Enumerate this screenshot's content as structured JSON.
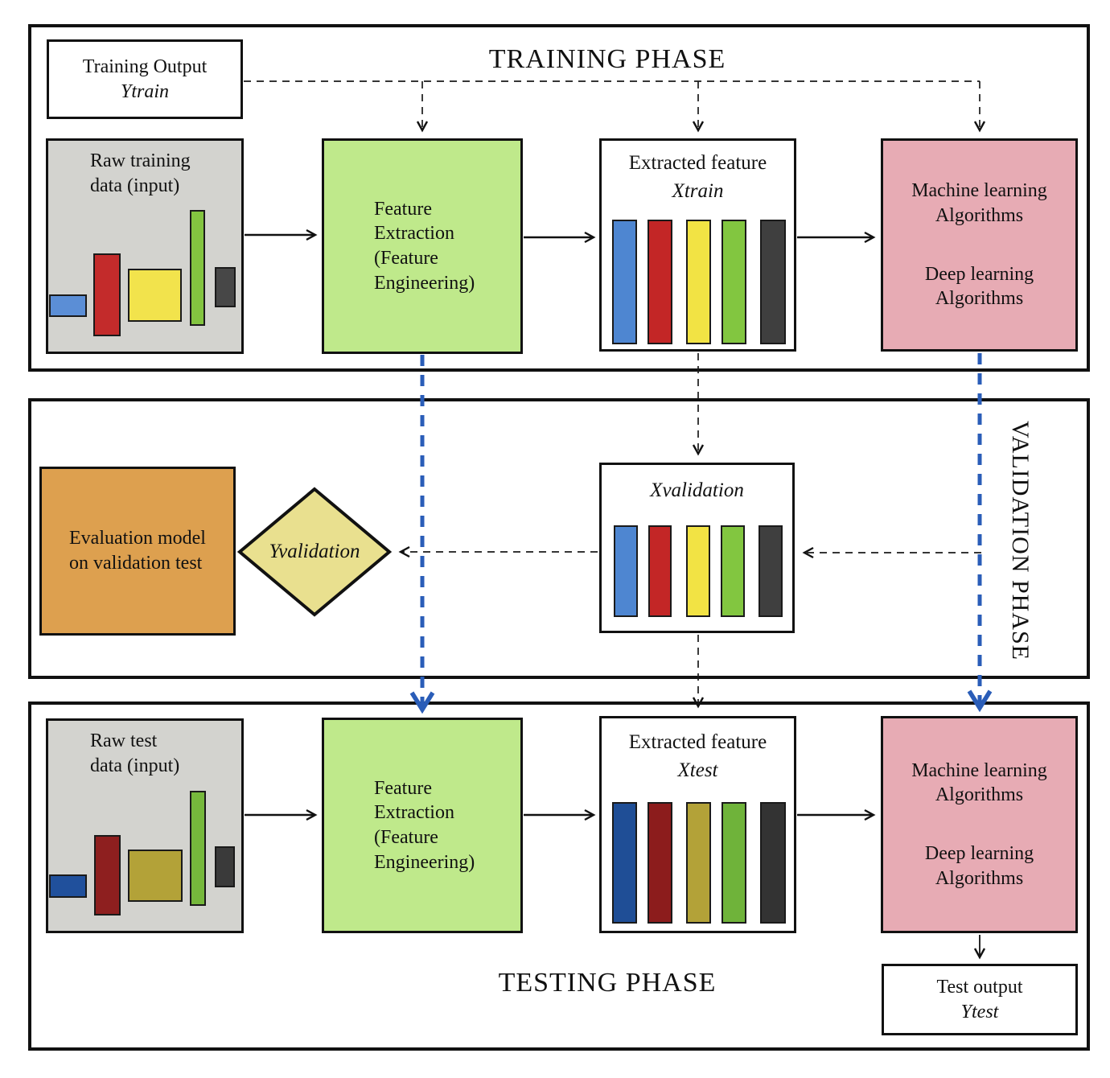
{
  "colors": {
    "phase_border": "#111111",
    "blue_dashed_arrow": "#2a5db8",
    "raw_box_bg": "#d3d3cf",
    "feature_box_bg": "#bfe98b",
    "ml_box_bg": "#e7abb4",
    "evaluation_box_bg": "#dda04f",
    "diamond_bg": "#e9e08f"
  },
  "training_phase": {
    "title": "TRAINING PHASE",
    "training_output": {
      "line1": "Training Output",
      "line2": "Ytrain"
    },
    "raw_data": {
      "label_line1": "Raw training",
      "label_line2": "data (input)",
      "bars": [
        "#5b8ed6",
        "#c32b2b",
        "#f2e34c",
        "#83c440",
        "#474747"
      ]
    },
    "feature_extraction": {
      "lines": [
        "Feature",
        "Extraction",
        "(Feature",
        "Engineering)"
      ]
    },
    "extracted_feature": {
      "line1": "Extracted feature",
      "line2": "Xtrain",
      "bars": [
        "#4e86d1",
        "#c32626",
        "#f2e344",
        "#82c640",
        "#3f3f3f"
      ]
    },
    "ml_box": {
      "line1": "Machine learning",
      "line2": "Algorithms",
      "line3": "Deep learning",
      "line4": "Algorithms"
    }
  },
  "validation_phase": {
    "title": "VALIDATION PHASE",
    "evaluation_box": {
      "line1": "Evaluation model",
      "line2": "on validation test"
    },
    "decision_diamond": {
      "label": "Yvalidation"
    },
    "xvalidation_box": {
      "label": "Xvalidation",
      "bars": [
        "#4e86d1",
        "#c32626",
        "#f2e344",
        "#82c640",
        "#3f3f3f"
      ]
    }
  },
  "testing_phase": {
    "title": "TESTING PHASE",
    "raw_data": {
      "label_line1": "Raw test",
      "label_line2": "data (input)",
      "bars": [
        "#20509c",
        "#8e1f1f",
        "#b3a238",
        "#76b83c",
        "#3a3a3a"
      ]
    },
    "feature_extraction": {
      "lines": [
        "Feature",
        "Extraction",
        "(Feature",
        "Engineering)"
      ]
    },
    "extracted_feature": {
      "line1": "Extracted feature",
      "line2": "Xtest",
      "bars": [
        "#1f4e96",
        "#8c1c1c",
        "#b3a238",
        "#6fb33a",
        "#333333"
      ]
    },
    "ml_box": {
      "line1": "Machine learning",
      "line2": "Algorithms",
      "line3": "Deep learning",
      "line4": "Algorithms"
    },
    "test_output": {
      "line1": "Test output",
      "line2": "Ytest"
    }
  }
}
